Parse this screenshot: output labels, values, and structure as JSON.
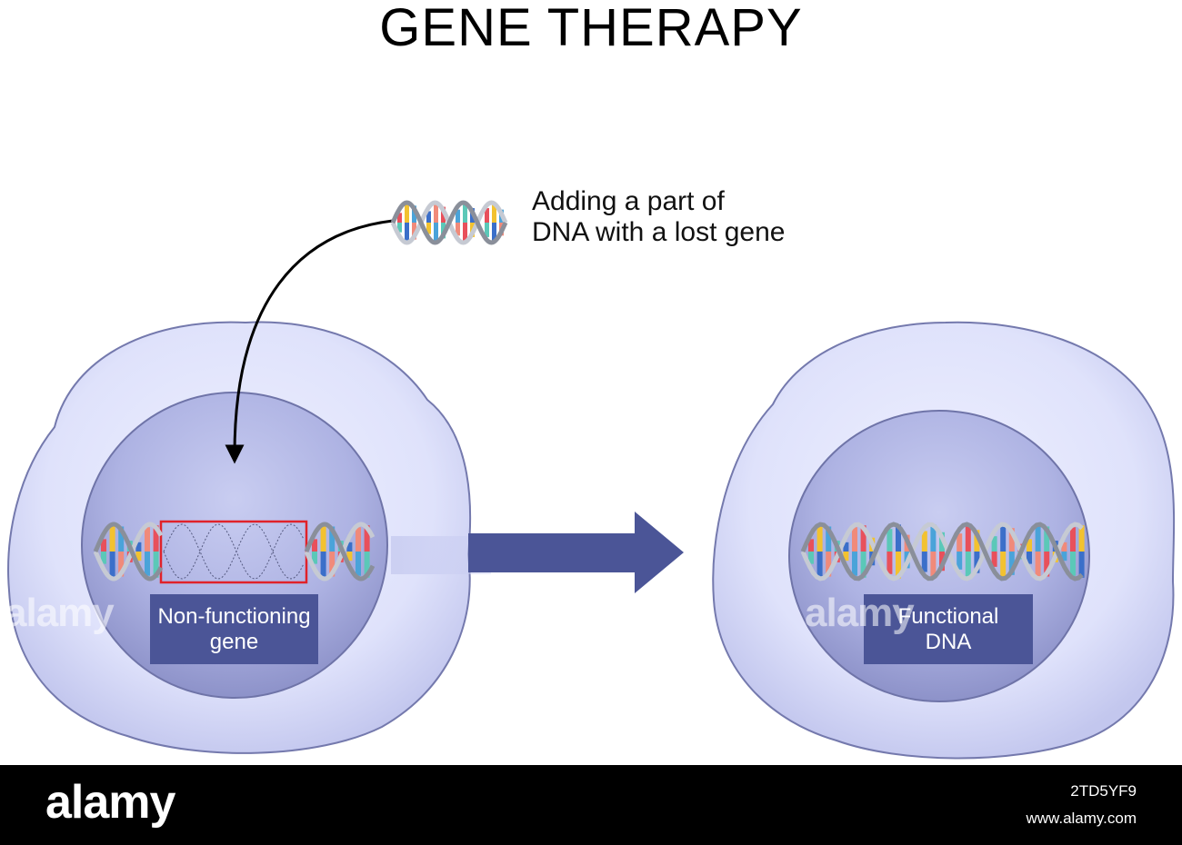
{
  "title": "GENE THERAPY",
  "caption": {
    "line1": "Adding a part of",
    "line2": "DNA with a lost gene"
  },
  "left_cell": {
    "label_line1": "Non-functioning",
    "label_line2": "gene"
  },
  "right_cell": {
    "label_line1": "Functional",
    "label_line2": "DNA"
  },
  "watermarks": [
    "alamy",
    "alamy"
  ],
  "footer": {
    "logo": "alamy",
    "image_id": "2TD5YF9",
    "url": "www.alamy.com"
  },
  "colors": {
    "cell_fill": "#d9dcf7",
    "cell_stroke": "#6f74a8",
    "nucleus_fill": "#b7bbe8",
    "arrow": "#4b5597",
    "label_box": "#4b5597",
    "highlight_box": "#e0222a",
    "base_pairs": [
      "#e8505b",
      "#f2c230",
      "#4aa3d9",
      "#5bc8b8",
      "#3b6fc9",
      "#f08a7a"
    ]
  }
}
